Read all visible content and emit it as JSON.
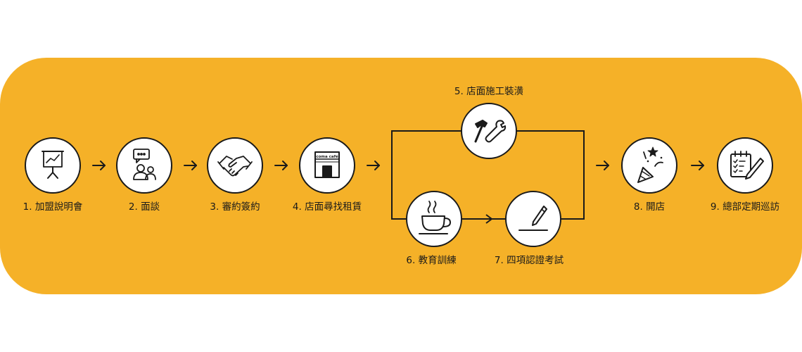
{
  "colors": {
    "background": "#F5B128",
    "node_fill": "#FFFFFF",
    "stroke": "#1A1A1A"
  },
  "steps": [
    {
      "label": "1. 加盟說明會",
      "icon": "presentation-board-icon"
    },
    {
      "label": "2. 面談",
      "icon": "chat-people-icon"
    },
    {
      "label": "3. 審約簽約",
      "icon": "handshake-icon"
    },
    {
      "label": "4. 店面尋找租賃",
      "icon": "storefront-icon"
    },
    {
      "label": "5. 店面施工裝潢",
      "icon": "hammer-wrench-icon"
    },
    {
      "label": "6. 教育訓練",
      "icon": "coffee-cup-icon"
    },
    {
      "label": "7. 四項認證考試",
      "icon": "pencil-sign-icon"
    },
    {
      "label": "8. 開店",
      "icon": "party-popper-icon"
    },
    {
      "label": "9. 總部定期巡訪",
      "icon": "checklist-icon"
    }
  ],
  "shop_sign": "coma café"
}
